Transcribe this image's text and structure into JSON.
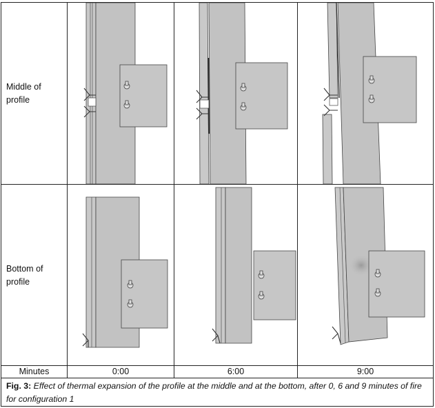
{
  "row_labels": {
    "middle": "Middle of profile",
    "bottom": "Bottom of profile"
  },
  "minutes": {
    "label": "Minutes",
    "t0": "0:00",
    "t6": "6:00",
    "t9": "9:00"
  },
  "caption": {
    "label": "Fig. 3:",
    "text": "Effect of thermal expansion of the profile at the middle and at the bottom, after 0, 6 and 9 minutes of fire for configuration 1"
  },
  "colors": {
    "profile": "#c2c2c2",
    "bracket": "#c6c6c6",
    "outline": "#444444",
    "grid": "#222222"
  }
}
